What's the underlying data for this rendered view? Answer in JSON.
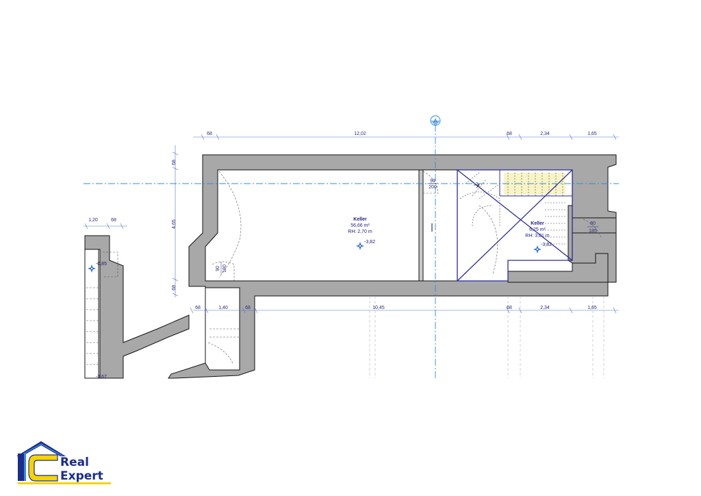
{
  "plan": {
    "axis_label": "A",
    "top_dimensions": [
      "68",
      "12,02",
      "68",
      "2,34",
      "1,65"
    ],
    "bottom_dimensions": [
      "68",
      "1,40",
      "68",
      "10,45",
      "68",
      "2,34",
      "1,65"
    ],
    "left_dimensions": [
      "68",
      "4,65",
      "68"
    ],
    "left_side_dimensions": [
      "1,20",
      "68"
    ],
    "door_main": {
      "width": "90",
      "height": "200"
    },
    "door_small": {
      "width": "90",
      "height": "180"
    },
    "door_right": {
      "width": "80",
      "height": "185"
    },
    "rooms": [
      {
        "name": "Keller",
        "area": "56,66 m²",
        "height": "RH: 2,70 m",
        "level": "-3,82"
      },
      {
        "name": "Keller",
        "area": "6,25 m²",
        "height": "RH: 3,01 m",
        "level": "-3,82"
      }
    ],
    "levels": {
      "left_upper": "-0,85",
      "left_lower": "-3,67"
    }
  },
  "logo": {
    "word1": "Real",
    "word2": "Expert",
    "colors": {
      "blue": "#1a2c8c",
      "yellow": "#f5d400",
      "light": "#3a8ad8"
    }
  },
  "colors": {
    "wall": "#a8a8a8",
    "wall_outline": "#111111",
    "dimension": "#4d73c8",
    "axis": "#2f8be0",
    "room_lines": "#2a2a9a",
    "stair_highlight": "#f8f4c6"
  }
}
